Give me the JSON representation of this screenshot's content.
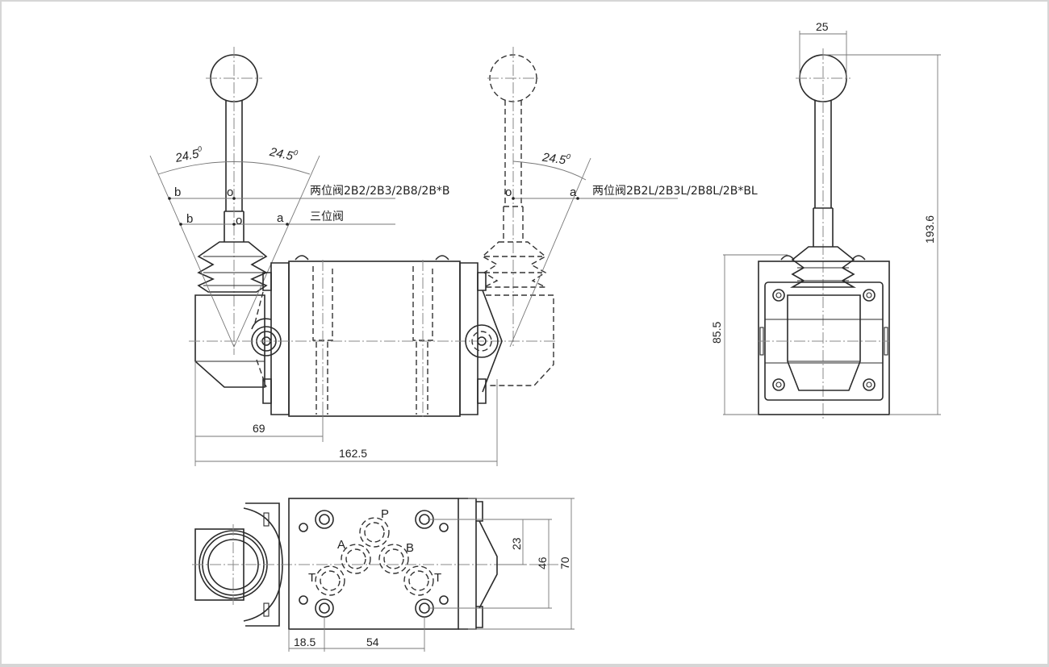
{
  "drawing": {
    "type": "engineering-drawing",
    "subject": "manual directional valve (hand lever) dimensions",
    "background": "#ffffff",
    "frame_color": "#d6d6d6",
    "line_color": "#2a2a2a"
  },
  "front_view": {
    "angle_left": "24.5",
    "angle_right": "24.5",
    "degree_mark": "0",
    "pos_b_upper": "b",
    "pos_o_upper": "o",
    "pos_b_lower": "b",
    "pos_o_lower": "o",
    "pos_a_lower": "a",
    "label_two_position": "两位阀2B2/2B3/2B8/2B*B",
    "label_three_position": "三位阀",
    "dim_69": "69",
    "dim_162_5": "162.5"
  },
  "alt_view": {
    "angle": "24.5",
    "degree_mark": "0",
    "pos_o": "o",
    "pos_a": "a",
    "label_two_position_L": "两位阀2B2L/2B3L/2B8L/2B*BL"
  },
  "side_view": {
    "dim_25": "25",
    "dim_193_6": "193.6",
    "dim_85_5": "85.5"
  },
  "bottom_view": {
    "port_P": "P",
    "port_A": "A",
    "port_B": "B",
    "port_T_left": "T",
    "port_T_right": "T",
    "dim_23": "23",
    "dim_46": "46",
    "dim_70": "70",
    "dim_18_5": "18.5",
    "dim_54": "54"
  }
}
